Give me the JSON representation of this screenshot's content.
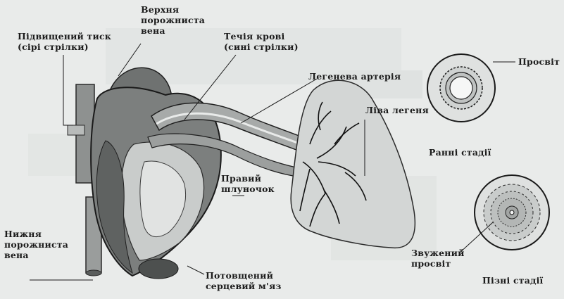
{
  "labels": {
    "increased_pressure": [
      "Підвищений тиск",
      "(сірі стрілки)"
    ],
    "superior_vena_cava": [
      "Верхня",
      "порожниста",
      "вена"
    ],
    "blood_flow": [
      "Течія крові",
      "(сині стрілки)"
    ],
    "pulmonary_artery": "Легенева артерія",
    "left_lung": "Ліва легеня",
    "right_ventricle": [
      "Правий",
      "шлуночок"
    ],
    "inferior_vena_cava": [
      "Нижня",
      "порожниста",
      "вена"
    ],
    "thickened_muscle": [
      "Потовщений",
      "серцевий м'яз"
    ],
    "lumen": "Просвіт",
    "early_stages": "Ранні стадії",
    "narrowed_lumen": [
      "Звужений",
      "просвіт"
    ],
    "late_stages": "Пізні стадії"
  }
}
